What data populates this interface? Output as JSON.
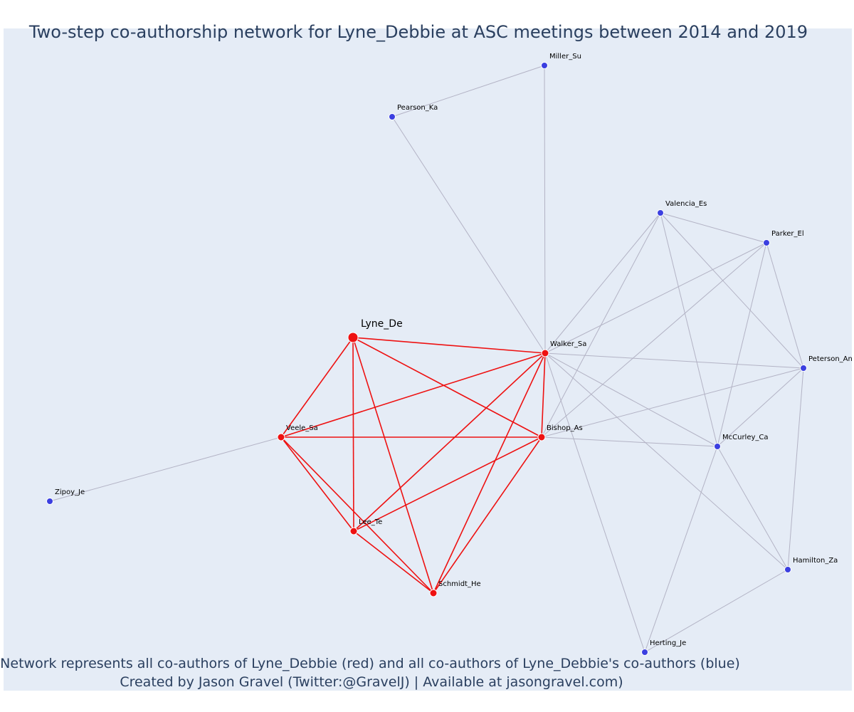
{
  "title": "Two-step co-authorship network for Lyne_Debbie at ASC meetings between 2014 and 2019",
  "caption_line1": "Network represents all co-authors of Lyne_Debbie (red) and all co-authors of Lyne_Debbie's co-authors (blue)",
  "caption_line2": "Created by Jason Gravel (Twitter:@GravelJ) | Available at jasongravel.com)",
  "colors": {
    "red": "#ee1111",
    "blue": "#3b3fe0",
    "background": "#e5ecf6"
  },
  "nodes": [
    {
      "id": "Lyne_De",
      "group": "focal"
    },
    {
      "id": "Walker_Sa",
      "group": "red"
    },
    {
      "id": "Veele_Sa",
      "group": "red"
    },
    {
      "id": "Bishop_As",
      "group": "red"
    },
    {
      "id": "Lee_Te",
      "group": "red"
    },
    {
      "id": "Schmidt_He",
      "group": "red"
    },
    {
      "id": "Miller_Su",
      "group": "blue"
    },
    {
      "id": "Pearson_Ka",
      "group": "blue"
    },
    {
      "id": "Valencia_Es",
      "group": "blue"
    },
    {
      "id": "Parker_El",
      "group": "blue"
    },
    {
      "id": "Peterson_An",
      "group": "blue"
    },
    {
      "id": "McCurley_Ca",
      "group": "blue"
    },
    {
      "id": "Hamilton_Za",
      "group": "blue"
    },
    {
      "id": "Herting_Je",
      "group": "blue"
    },
    {
      "id": "Zipoy_Je",
      "group": "blue"
    }
  ],
  "edges": [
    [
      "Lyne_De",
      "Walker_Sa",
      "red"
    ],
    [
      "Lyne_De",
      "Veele_Sa",
      "red"
    ],
    [
      "Lyne_De",
      "Bishop_As",
      "red"
    ],
    [
      "Lyne_De",
      "Lee_Te",
      "red"
    ],
    [
      "Lyne_De",
      "Schmidt_He",
      "red"
    ],
    [
      "Walker_Sa",
      "Veele_Sa",
      "red"
    ],
    [
      "Walker_Sa",
      "Bishop_As",
      "red"
    ],
    [
      "Walker_Sa",
      "Lee_Te",
      "red"
    ],
    [
      "Walker_Sa",
      "Schmidt_He",
      "red"
    ],
    [
      "Veele_Sa",
      "Bishop_As",
      "red"
    ],
    [
      "Veele_Sa",
      "Lee_Te",
      "red"
    ],
    [
      "Veele_Sa",
      "Schmidt_He",
      "red"
    ],
    [
      "Bishop_As",
      "Lee_Te",
      "red"
    ],
    [
      "Bishop_As",
      "Schmidt_He",
      "red"
    ],
    [
      "Lee_Te",
      "Schmidt_He",
      "red"
    ],
    [
      "Miller_Su",
      "Pearson_Ka",
      "blue"
    ],
    [
      "Miller_Su",
      "Walker_Sa",
      "blue"
    ],
    [
      "Pearson_Ka",
      "Walker_Sa",
      "blue"
    ],
    [
      "Valencia_Es",
      "Walker_Sa",
      "blue"
    ],
    [
      "Valencia_Es",
      "Bishop_As",
      "blue"
    ],
    [
      "Valencia_Es",
      "Parker_El",
      "blue"
    ],
    [
      "Valencia_Es",
      "Peterson_An",
      "blue"
    ],
    [
      "Valencia_Es",
      "McCurley_Ca",
      "blue"
    ],
    [
      "Parker_El",
      "Walker_Sa",
      "blue"
    ],
    [
      "Parker_El",
      "Bishop_As",
      "blue"
    ],
    [
      "Parker_El",
      "Peterson_An",
      "blue"
    ],
    [
      "Parker_El",
      "McCurley_Ca",
      "blue"
    ],
    [
      "Walker_Sa",
      "Peterson_An",
      "blue"
    ],
    [
      "Walker_Sa",
      "McCurley_Ca",
      "blue"
    ],
    [
      "Walker_Sa",
      "Hamilton_Za",
      "blue"
    ],
    [
      "Walker_Sa",
      "Herting_Je",
      "blue"
    ],
    [
      "Bishop_As",
      "Peterson_An",
      "blue"
    ],
    [
      "Bishop_As",
      "McCurley_Ca",
      "blue"
    ],
    [
      "Peterson_An",
      "McCurley_Ca",
      "blue"
    ],
    [
      "Peterson_An",
      "Hamilton_Za",
      "blue"
    ],
    [
      "McCurley_Ca",
      "Hamilton_Za",
      "blue"
    ],
    [
      "McCurley_Ca",
      "Herting_Je",
      "blue"
    ],
    [
      "Hamilton_Za",
      "Herting_Je",
      "blue"
    ],
    [
      "Veele_Sa",
      "Zipoy_Je",
      "blue"
    ]
  ]
}
